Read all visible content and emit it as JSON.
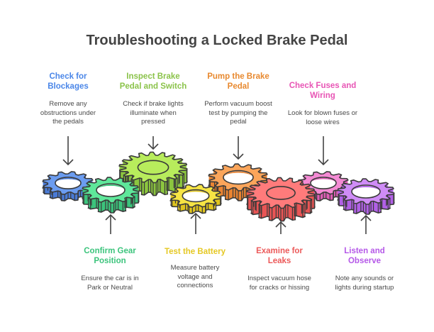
{
  "title": "Troubleshooting a Locked Brake Pedal",
  "steps_top": [
    {
      "heading": "Check for Blockages",
      "description": "Remove any obstructions under the pedals",
      "color": "#4a86e8"
    },
    {
      "heading": "Inspect Brake Pedal and Switch",
      "description": "Check if brake lights illuminate when pressed",
      "color": "#8bc34a"
    },
    {
      "heading": "Pump the Brake Pedal",
      "description": "Perform vacuum boost test by pumping the pedal",
      "color": "#e8892f"
    },
    {
      "heading": "Check Fuses and Wiring",
      "description": "Look for blown fuses or loose wires",
      "color": "#e855b5"
    }
  ],
  "steps_bottom": [
    {
      "heading": "Confirm Gear Position",
      "description": "Ensure the car is in Park or Neutral",
      "color": "#3cc47c"
    },
    {
      "heading": "Test the Battery",
      "description": "Measure battery voltage and connections",
      "color": "#e5c823"
    },
    {
      "heading": "Examine for Leaks",
      "description": "Inspect vacuum hose for cracks or hissing",
      "color": "#ec5a5a"
    },
    {
      "heading": "Listen and Observe",
      "description": "Note any sounds or lights during startup",
      "color": "#b558e8"
    }
  ],
  "gears": [
    {
      "name": "blue",
      "fill": "#6b9cf0",
      "side": "#4a7bd6"
    },
    {
      "name": "green",
      "fill": "#5ee79a",
      "side": "#3cc47c"
    },
    {
      "name": "lime",
      "fill": "#b8ec5c",
      "side": "#8cc63f"
    },
    {
      "name": "yellow",
      "fill": "#f6e444",
      "side": "#e0c51f"
    },
    {
      "name": "orange",
      "fill": "#fba55a",
      "side": "#ea8432"
    },
    {
      "name": "red",
      "fill": "#ff7b7b",
      "side": "#e95555"
    },
    {
      "name": "pink",
      "fill": "#f48ad4",
      "side": "#dd5fb5"
    },
    {
      "name": "purple",
      "fill": "#cf8cf6",
      "side": "#b160e6"
    }
  ]
}
